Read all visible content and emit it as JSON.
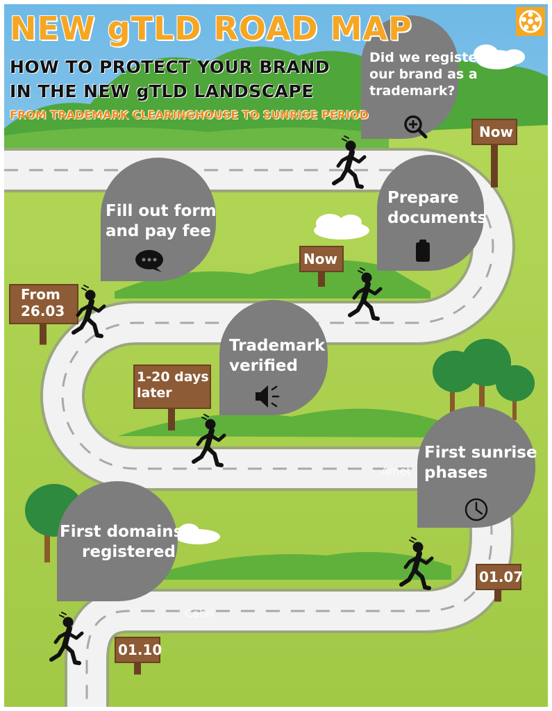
{
  "header": {
    "title": "NEW gTLD ROAD MAP",
    "subtitle_line1": "HOW TO PROTECT YOUR BRAND",
    "subtitle_line2": "IN THE NEW gTLD LANDSCAPE",
    "tagline": "FROM TRADEMARK CLEARINGHOUSE TO SUNRISE PERIOD"
  },
  "steps": [
    {
      "line1": "Did we register",
      "line2": "our brand as a",
      "line3": "trademark?",
      "icon": "magnifier-plus-icon",
      "date_label": "Now"
    },
    {
      "line1": "Prepare",
      "line2": "documents",
      "icon": "clipboard-icon",
      "date_label": "Now"
    },
    {
      "line1": "Fill out form",
      "line2": "and pay fee",
      "icon": "speech-bubble-icon",
      "date_line1": "From",
      "date_line2": "26.03"
    },
    {
      "line1": "Trademark",
      "line2": "verified",
      "icon": "speaker-icon",
      "date_line1": "1-20 days",
      "date_line2": "later"
    },
    {
      "line1": "First sunrise",
      "line2": "phases",
      "icon": "clock-icon",
      "date_label": "01.07"
    },
    {
      "line1": "First domains",
      "line2": "registered",
      "date_label": "01.10"
    }
  ],
  "background_labels": {
    "label_a": "Amet",
    "label_b": "Cabri"
  },
  "colors": {
    "sky": "#9fd2ef",
    "grass": "#a8cf4a",
    "hill": "#5fb13c",
    "road": "#f1f1f1",
    "bubble": "#7d7d7d",
    "sign": "#8d5b35",
    "title_orange": "#f5a623",
    "tag_orange": "#f08a1d",
    "logo": "#f5a623"
  },
  "icons": {
    "logo": "film-reel-logo-icon",
    "runner": "running-person-icon",
    "cloud": "cloud-icon",
    "tree": "tree-icon"
  }
}
